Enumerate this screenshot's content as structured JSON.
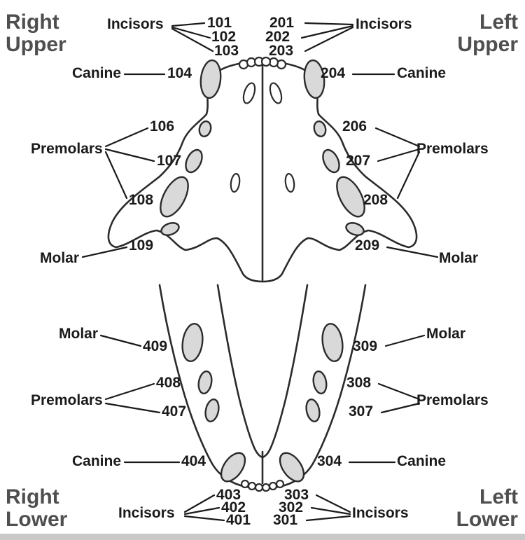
{
  "corners": {
    "top_left": "Right\nUpper",
    "top_right": "Left\nUpper",
    "bottom_left": "Right\nLower",
    "bottom_right": "Left\nLower"
  },
  "upper": {
    "right_side": {
      "incisors_label": "Incisors",
      "incisors": [
        "101",
        "102",
        "103"
      ],
      "canine_label": "Canine",
      "canine": "104",
      "premolars_label": "Premolars",
      "premolars": [
        "106",
        "107",
        "108"
      ],
      "molar_label": "Molar",
      "molar": "109"
    },
    "left_side": {
      "incisors_label": "Incisors",
      "incisors": [
        "201",
        "202",
        "203"
      ],
      "canine_label": "Canine",
      "canine": "204",
      "premolars_label": "Premolars",
      "premolars": [
        "206",
        "207",
        "208"
      ],
      "molar_label": "Molar",
      "molar": "209"
    }
  },
  "lower": {
    "right_side": {
      "molar_label": "Molar",
      "molar": "409",
      "premolars_label": "Premolars",
      "premolars": [
        "408",
        "407"
      ],
      "canine_label": "Canine",
      "canine": "404",
      "incisors_label": "Incisors",
      "incisors": [
        "403",
        "402",
        "401"
      ]
    },
    "left_side": {
      "molar_label": "Molar",
      "molar": "309",
      "premolars_label": "Premolars",
      "premolars": [
        "308",
        "307"
      ],
      "canine_label": "Canine",
      "canine": "304",
      "incisors_label": "Incisors",
      "incisors": [
        "303",
        "302",
        "301"
      ]
    }
  },
  "colors": {
    "background": "#ffffff",
    "outline": "#2b2b2b",
    "tooth_fill": "#d9d9d9",
    "label_text": "#1a1a1a",
    "corner_text": "#4f4f4f",
    "bottom_strip": "#c9c9c9"
  }
}
